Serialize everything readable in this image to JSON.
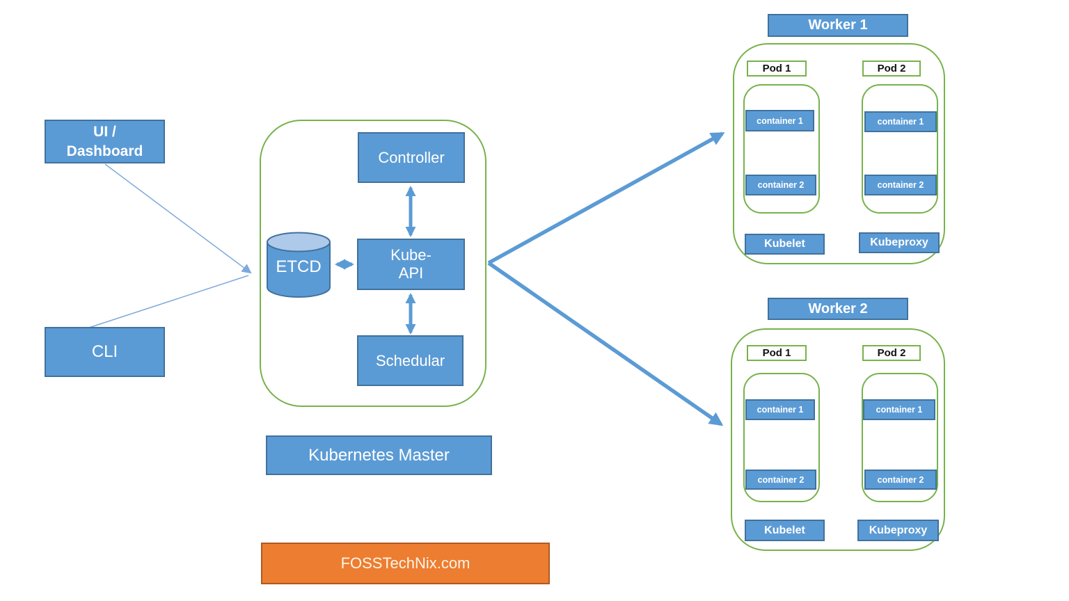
{
  "colors": {
    "box_blue": "#5B9BD5",
    "box_blue_border": "#41719C",
    "green_border": "#77B24A",
    "orange": "#ED7D31",
    "orange_border": "#AE5A21",
    "thick_arrow": "#5B9BD5",
    "thin_arrow": "#7EA9DC",
    "cylinder_top": "#AEC9EA",
    "pod_label_text": "#111111"
  },
  "clients": {
    "ui_dashboard_line1": "UI /",
    "ui_dashboard_line2": "Dashboard",
    "cli_label": "CLI"
  },
  "master": {
    "controller_label": "Controller",
    "etcd_label": "ETCD",
    "kube_api_line1": "Kube-",
    "kube_api_line2": "API",
    "scheduler_label": "Schedular",
    "caption": "Kubernetes Master"
  },
  "footer": {
    "brand": "FOSSTechNix.com"
  },
  "workers": [
    {
      "title": "Worker 1",
      "pods": [
        {
          "label": "Pod 1",
          "containers": [
            "container 1",
            "container 2"
          ]
        },
        {
          "label": "Pod 2",
          "containers": [
            "container 1",
            "container 2"
          ]
        }
      ],
      "kubelet_label": "Kubelet",
      "kubeproxy_label": "Kubeproxy"
    },
    {
      "title": "Worker 2",
      "pods": [
        {
          "label": "Pod 1",
          "containers": [
            "container 1",
            "container 2"
          ]
        },
        {
          "label": "Pod 2",
          "containers": [
            "container 1",
            "container 2"
          ]
        }
      ],
      "kubelet_label": "Kubelet",
      "kubeproxy_label": "Kubeproxy"
    }
  ]
}
